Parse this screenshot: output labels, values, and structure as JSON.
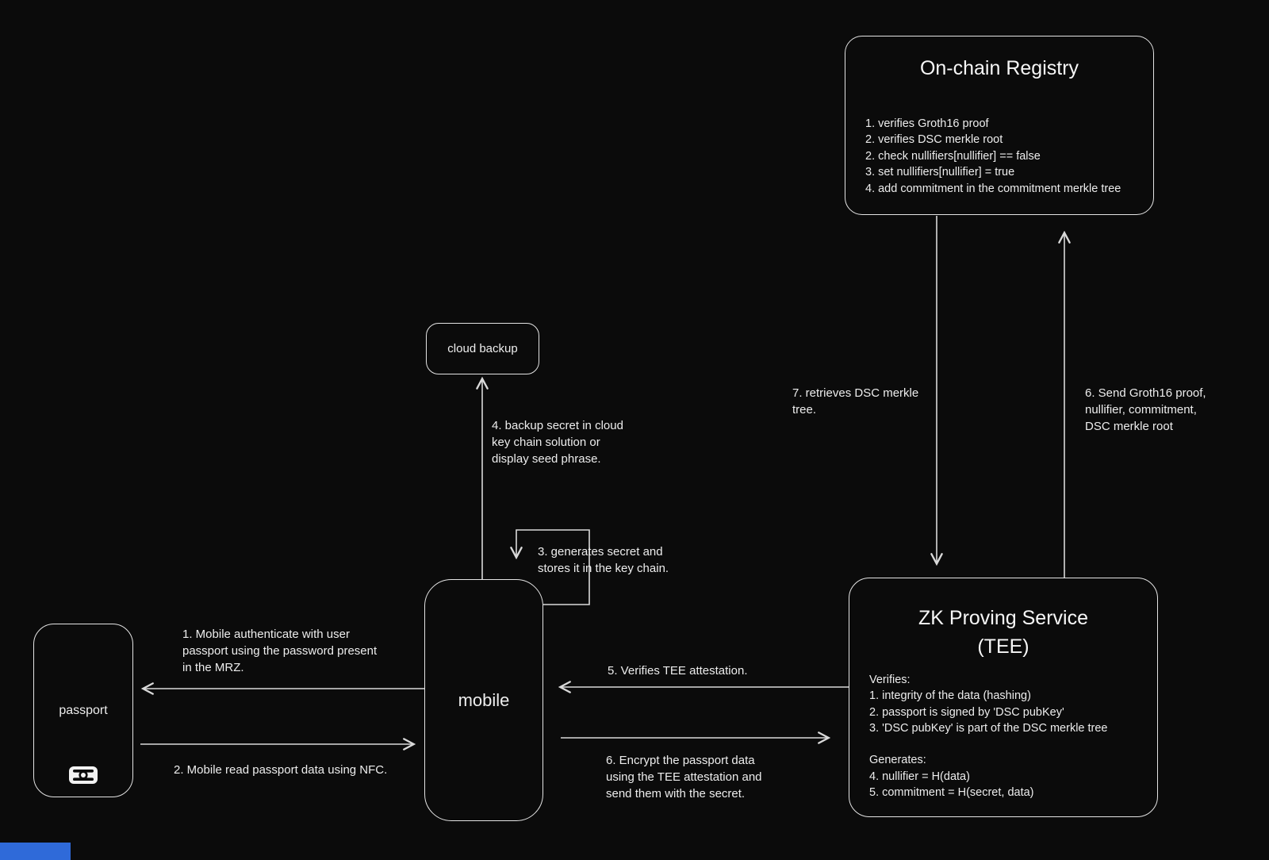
{
  "canvas": {
    "bg": "#0b0b0b",
    "node_border": "#e4e4e4",
    "stroke": "#d9d9d9",
    "text": "#ededed",
    "accent_strip": "#2f6ad9"
  },
  "nodes": {
    "registry": {
      "title": "On-chain Registry",
      "lines": [
        "1. verifies Groth16 proof",
        "2. verifies DSC merkle root",
        "2. check nullifiers[nullifier] == false",
        "3. set nullifiers[nullifier] = true",
        "4. add commitment in the commitment merkle tree"
      ]
    },
    "cloud_backup": {
      "label": "cloud backup"
    },
    "mobile": {
      "label": "mobile"
    },
    "passport": {
      "label": "passport",
      "icon": "biometric-chip-icon"
    },
    "zk_service": {
      "title": [
        "ZK Proving Service",
        "(TEE)"
      ],
      "lines": [
        "Verifies:",
        "1. integrity of the data (hashing)",
        "2. passport is signed by 'DSC pubKey'",
        "3. 'DSC pubKey' is part of the DSC merkle tree",
        "",
        "Generates:",
        "4. nullifier = H(data)",
        "5. commitment = H(secret, data)"
      ]
    }
  },
  "edges": {
    "step1": [
      "1. Mobile authenticate with user",
      "passport using the password present",
      "in the MRZ."
    ],
    "step2": "2. Mobile read passport data using NFC.",
    "step3": [
      "3. generates secret and",
      "stores it in the key chain."
    ],
    "step4": [
      "4. backup secret in cloud",
      "key chain solution or",
      "display seed phrase."
    ],
    "step5": "5. Verifies TEE attestation.",
    "step6_encrypt": [
      "6. Encrypt the passport data",
      "using the TEE attestation and",
      "send them with the secret."
    ],
    "step7": [
      "7. retrieves DSC merkle",
      "tree."
    ],
    "step6_send": [
      "6. Send Groth16 proof,",
      "nullifier, commitment,",
      "DSC merkle root"
    ]
  }
}
